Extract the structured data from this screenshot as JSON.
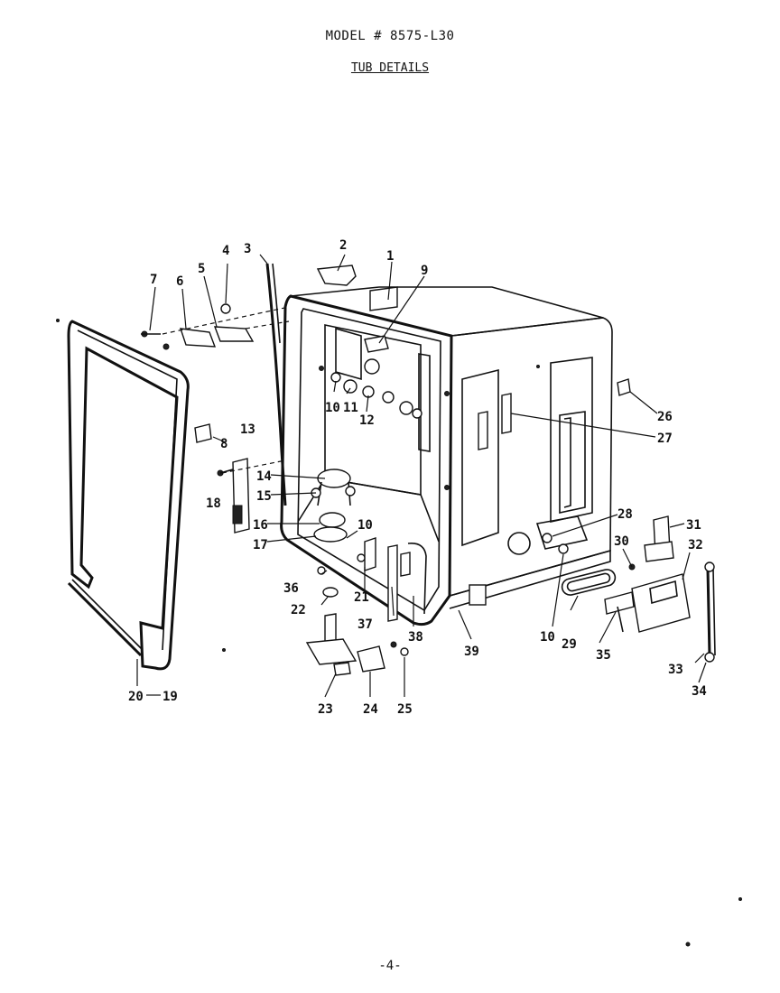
{
  "header": {
    "model": "MODEL # 8575-L30",
    "title": "TUB DETAILS"
  },
  "footer": {
    "page_number": "-4-"
  },
  "callouts": [
    "1",
    "2",
    "3",
    "4",
    "5",
    "6",
    "7",
    "8",
    "9",
    "10",
    "11",
    "12",
    "13",
    "14",
    "15",
    "16",
    "17",
    "18",
    "19",
    "20",
    "21",
    "22",
    "23",
    "24",
    "25",
    "26",
    "27",
    "28",
    "29",
    "30",
    "31",
    "32",
    "33",
    "34",
    "35",
    "36",
    "37",
    "38",
    "39"
  ],
  "callout_labels": {
    "c1": "1",
    "c2": "2",
    "c3": "3",
    "c4": "4",
    "c5": "5",
    "c6": "6",
    "c7": "7",
    "c8": "8",
    "c9": "9",
    "c10a": "10",
    "c10b": "10",
    "c10c": "10",
    "c11": "11",
    "c12": "12",
    "c13": "13",
    "c14": "14",
    "c15": "15",
    "c16": "16",
    "c17": "17",
    "c18": "18",
    "c19": "19",
    "c20": "20",
    "c21": "21",
    "c22": "22",
    "c23": "23",
    "c24": "24",
    "c25": "25",
    "c26": "26",
    "c27": "27",
    "c28": "28",
    "c29": "29",
    "c30": "30",
    "c31": "31",
    "c32": "32",
    "c33": "33",
    "c34": "34",
    "c35": "35",
    "c36": "36",
    "c37": "37",
    "c38": "38",
    "c39": "39"
  }
}
